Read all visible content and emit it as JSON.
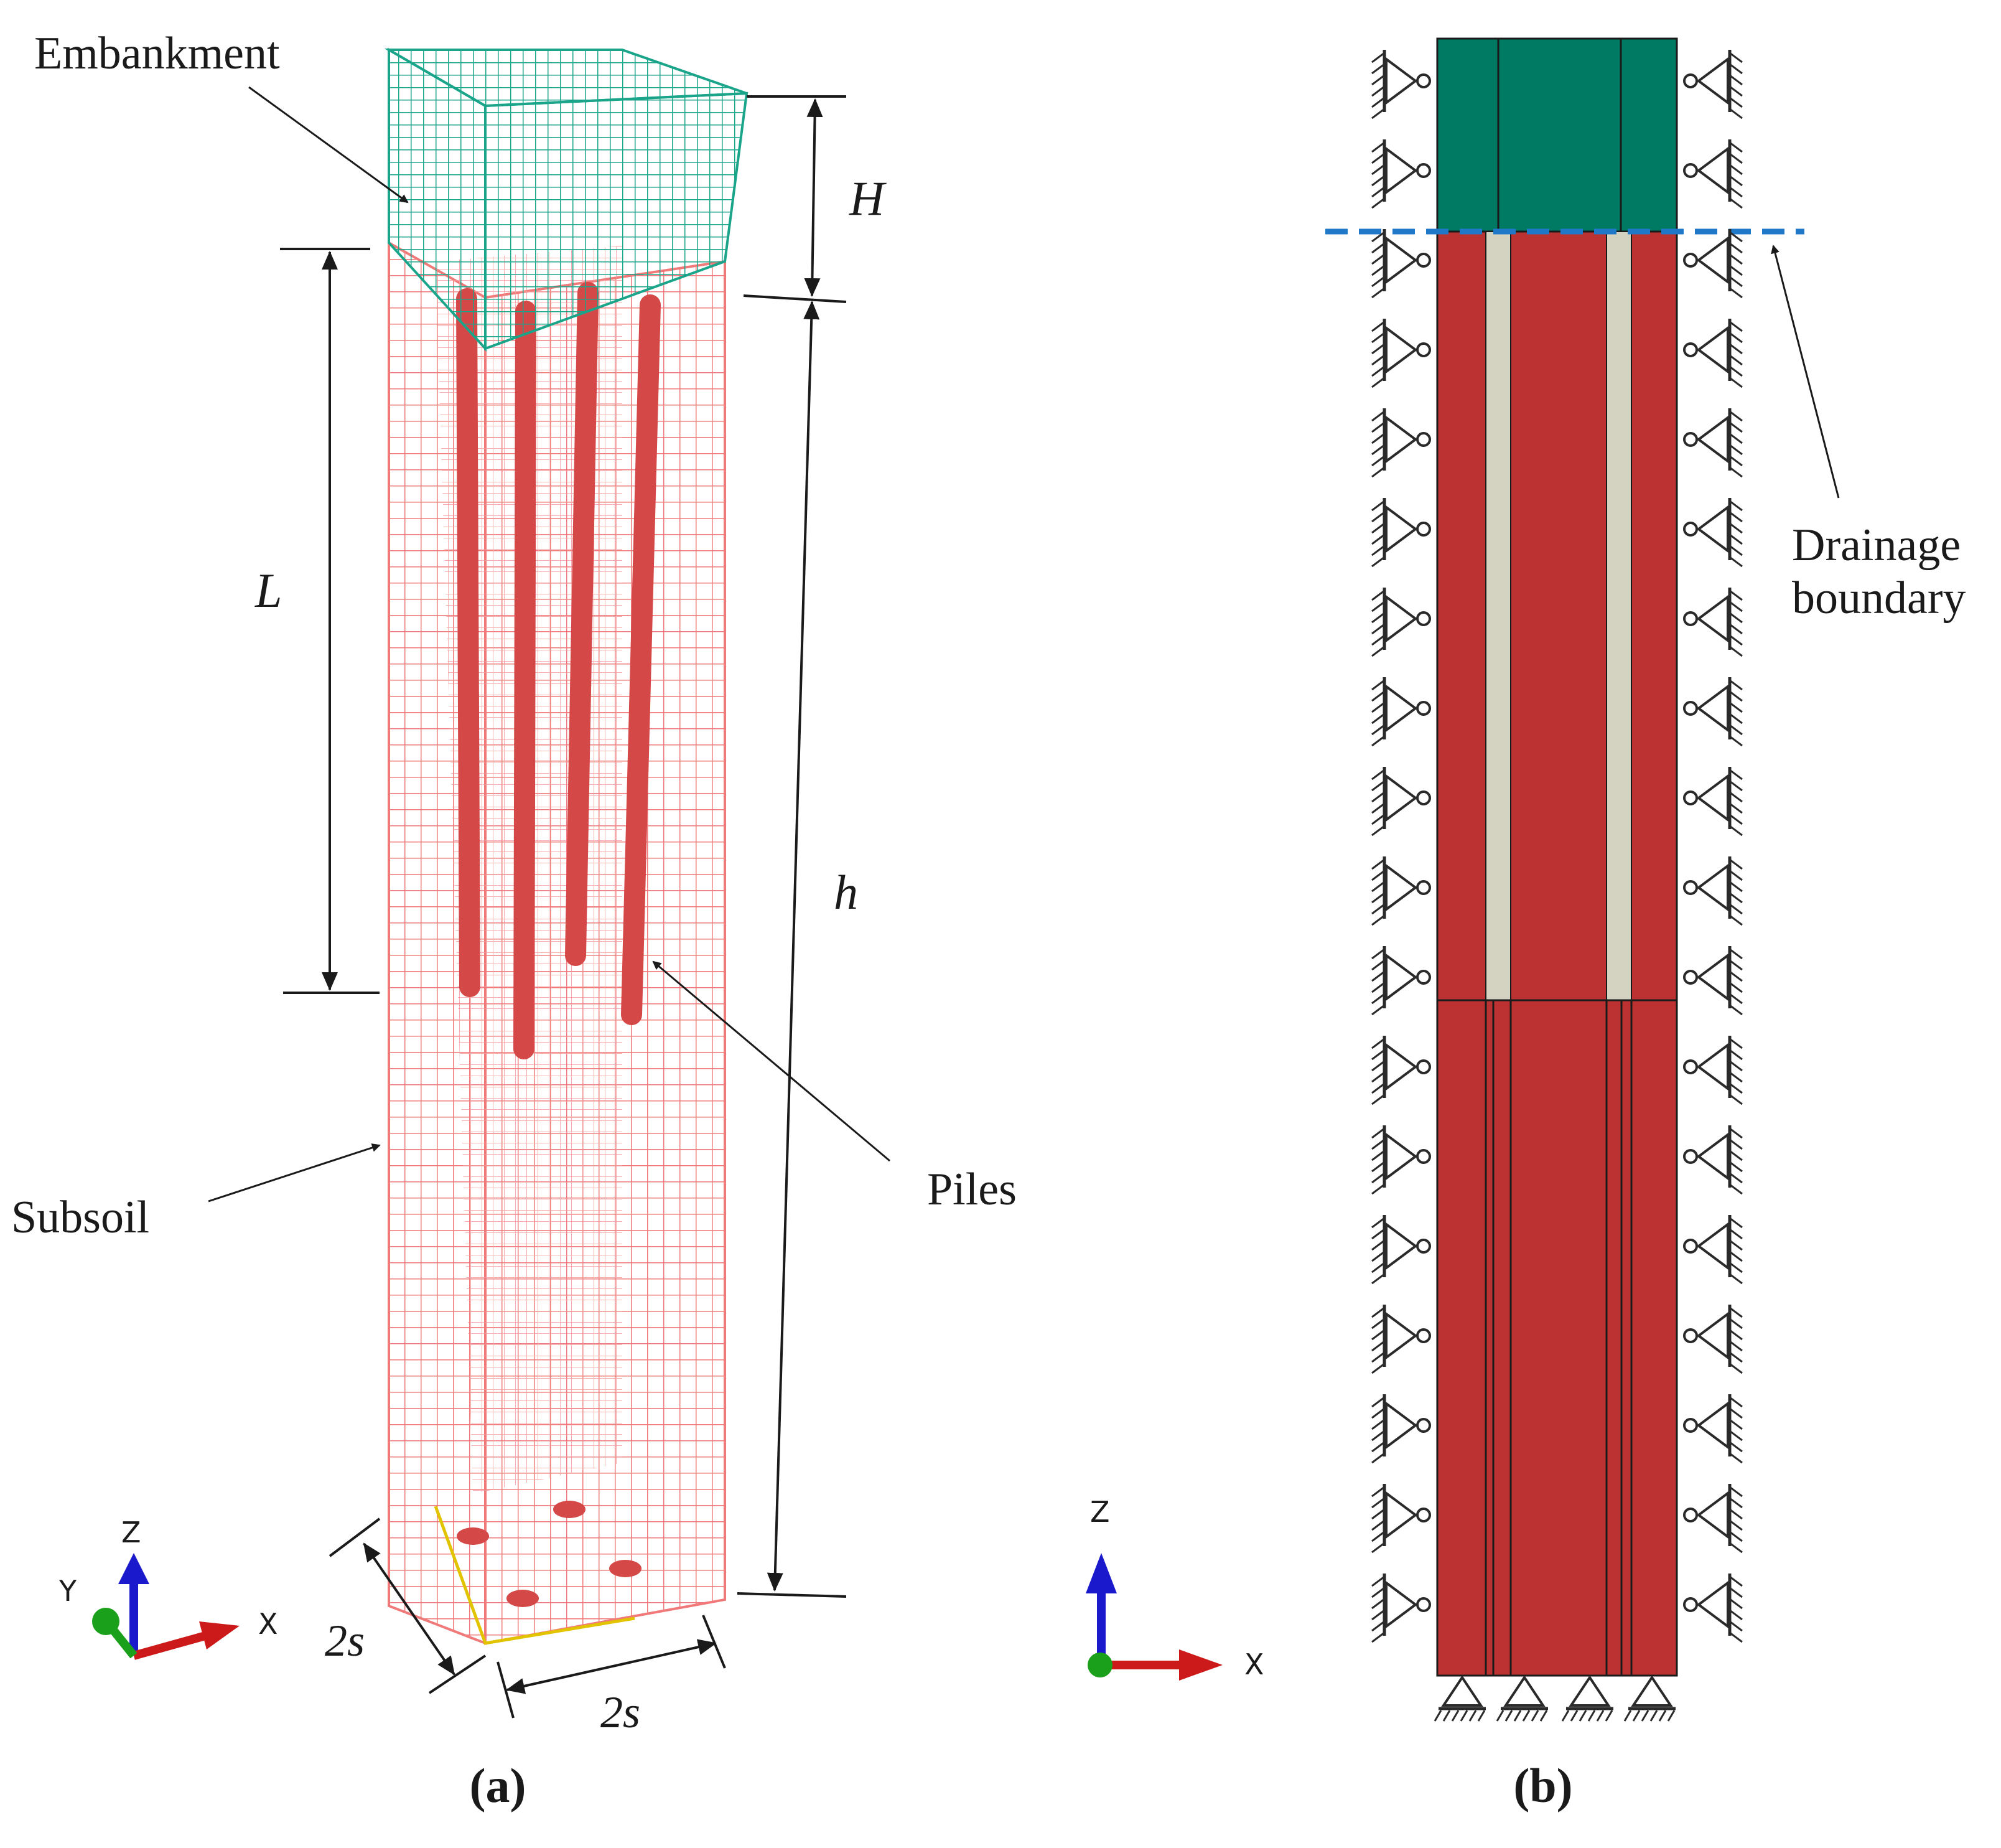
{
  "panel_a": {
    "embankment_label": "Embankment",
    "subsoil_label": "Subsoil",
    "piles_label": "Piles",
    "dim_H": "H",
    "dim_L": "L",
    "dim_h": "h",
    "dim_2s_left": "2s",
    "dim_2s_right": "2s",
    "axis_z": "Z",
    "axis_y": "Y",
    "axis_x": "X",
    "caption": "(a)"
  },
  "panel_b": {
    "drainage_label_line1": "Drainage",
    "drainage_label_line2": "boundary",
    "axis_z": "Z",
    "axis_x": "X",
    "caption": "(b)"
  },
  "colors": {
    "embankment": "#1aa58a",
    "subsoil_mesh": "#f07a7a",
    "piles": "#d54848",
    "embankment_solid": "#007a62",
    "subsoil_solid": "#bc3232",
    "pile_section": "#d4d2c0",
    "drainage_line": "#1f78c8"
  }
}
